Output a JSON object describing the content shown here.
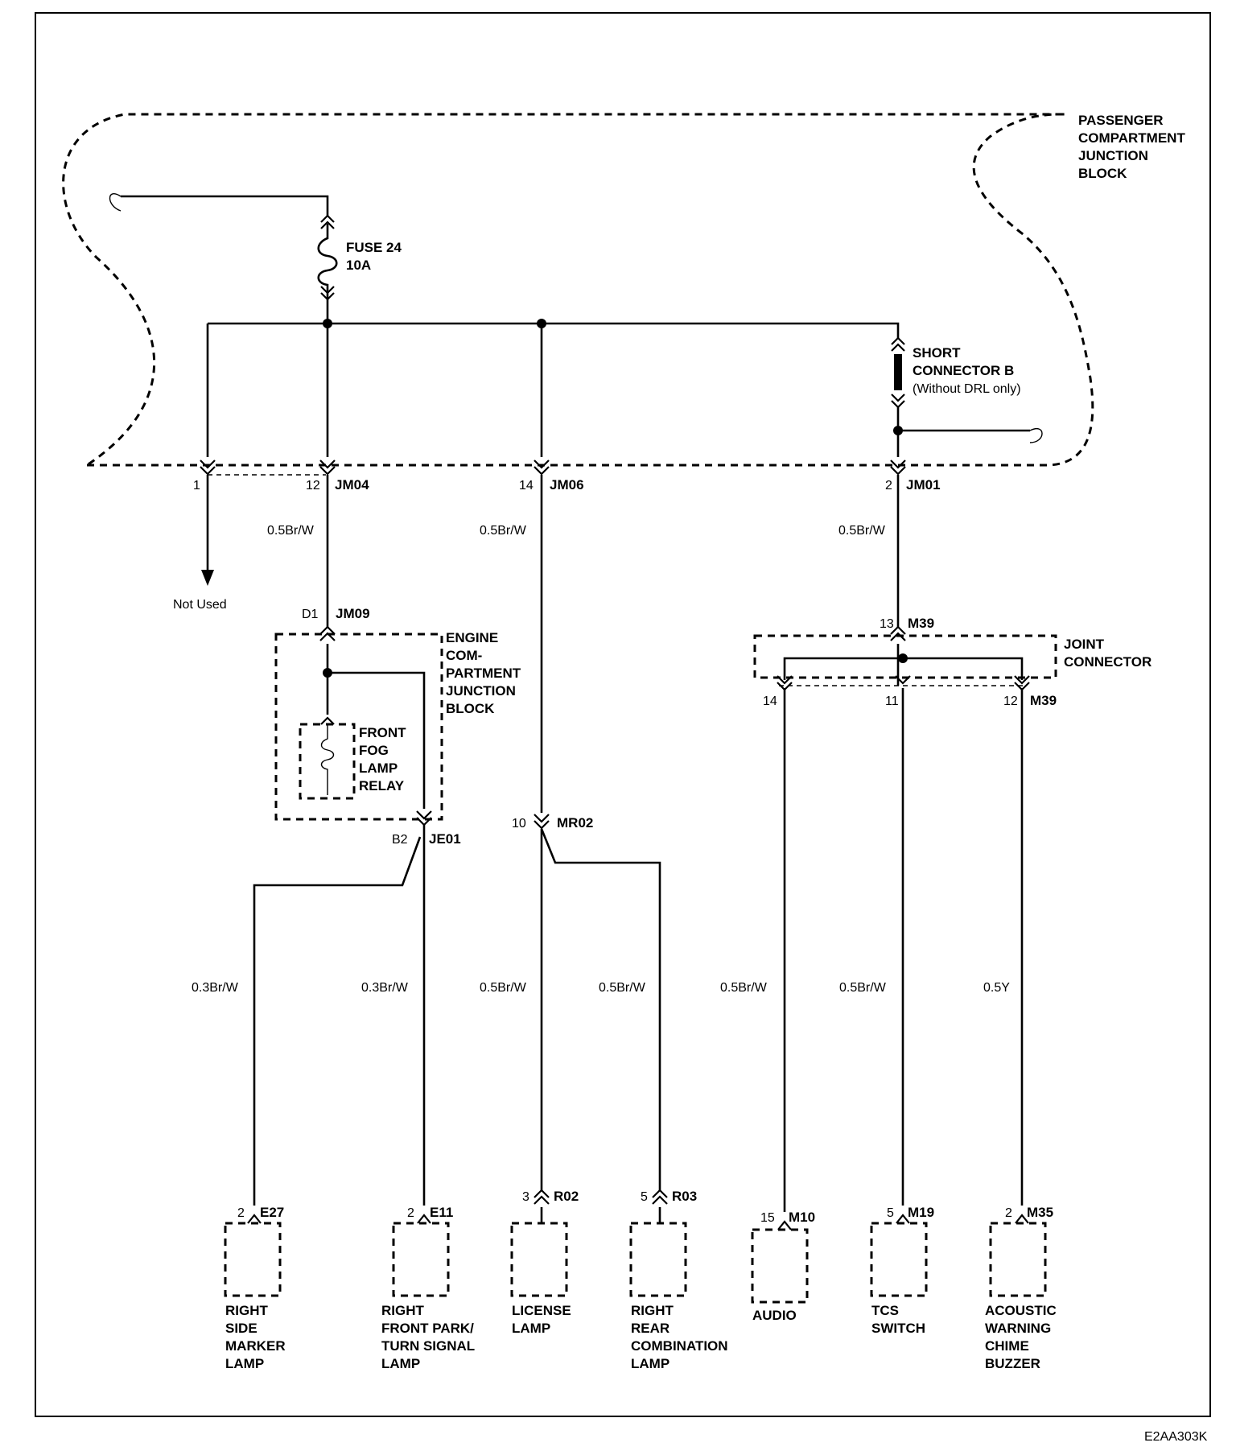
{
  "blocks": {
    "passenger": [
      "PASSENGER",
      "COMPARTMENT",
      "JUNCTION",
      "BLOCK"
    ],
    "engine": [
      "ENGINE",
      "COM-",
      "PARTMENT",
      "JUNCTION",
      "BLOCK"
    ],
    "joint": [
      "JOINT",
      "CONNECTOR"
    ]
  },
  "fuse": {
    "name": "FUSE 24",
    "rating": "10A"
  },
  "short_connector": {
    "line1": "SHORT",
    "line2": "CONNECTOR B",
    "note": "(Without DRL only)"
  },
  "relay": [
    "FRONT",
    "FOG",
    "LAMP",
    "RELAY"
  ],
  "not_used": "Not Used",
  "connectors": {
    "jm04": {
      "pin1": "1",
      "pin": "12",
      "id": "JM04"
    },
    "jm06": {
      "pin": "14",
      "id": "JM06"
    },
    "jm01": {
      "pin": "2",
      "id": "JM01"
    },
    "jm09": {
      "pin": "D1",
      "id": "JM09"
    },
    "je01": {
      "pin": "B2",
      "id": "JE01"
    },
    "mr02": {
      "pin": "10",
      "id": "MR02"
    },
    "m39_in": {
      "pin": "13",
      "id": "M39"
    },
    "m39_out": {
      "pin14": "14",
      "pin11": "11",
      "pin12": "12",
      "id": "M39"
    },
    "e27": {
      "pin": "2",
      "id": "E27"
    },
    "e11": {
      "pin": "2",
      "id": "E11"
    },
    "r02": {
      "pin": "3",
      "id": "R02"
    },
    "r03": {
      "pin": "5",
      "id": "R03"
    },
    "m10": {
      "pin": "15",
      "id": "M10"
    },
    "m19": {
      "pin": "5",
      "id": "M19"
    },
    "m35": {
      "pin": "2",
      "id": "M35"
    }
  },
  "wires": {
    "jm04": "0.5Br/W",
    "jm06": "0.5Br/W",
    "jm01": "0.5Br/W",
    "side_marker": "0.3Br/W",
    "front_park": "0.3Br/W",
    "license": "0.5Br/W",
    "rear_combo": "0.5Br/W",
    "audio": "0.5Br/W",
    "tcs": "0.5Br/W",
    "buzzer": "0.5Y"
  },
  "components": {
    "side_marker": [
      "RIGHT",
      "SIDE",
      "MARKER",
      "LAMP"
    ],
    "front_park": [
      "RIGHT",
      "FRONT PARK/",
      "TURN SIGNAL",
      "LAMP"
    ],
    "license": [
      "LICENSE",
      "LAMP"
    ],
    "rear_combo": [
      "RIGHT",
      "REAR",
      "COMBINATION",
      "LAMP"
    ],
    "audio": [
      "AUDIO"
    ],
    "tcs": [
      "TCS",
      "SWITCH"
    ],
    "buzzer": [
      "ACOUSTIC",
      "WARNING",
      "CHIME",
      "BUZZER"
    ]
  },
  "diagram_code": "E2AA303K"
}
